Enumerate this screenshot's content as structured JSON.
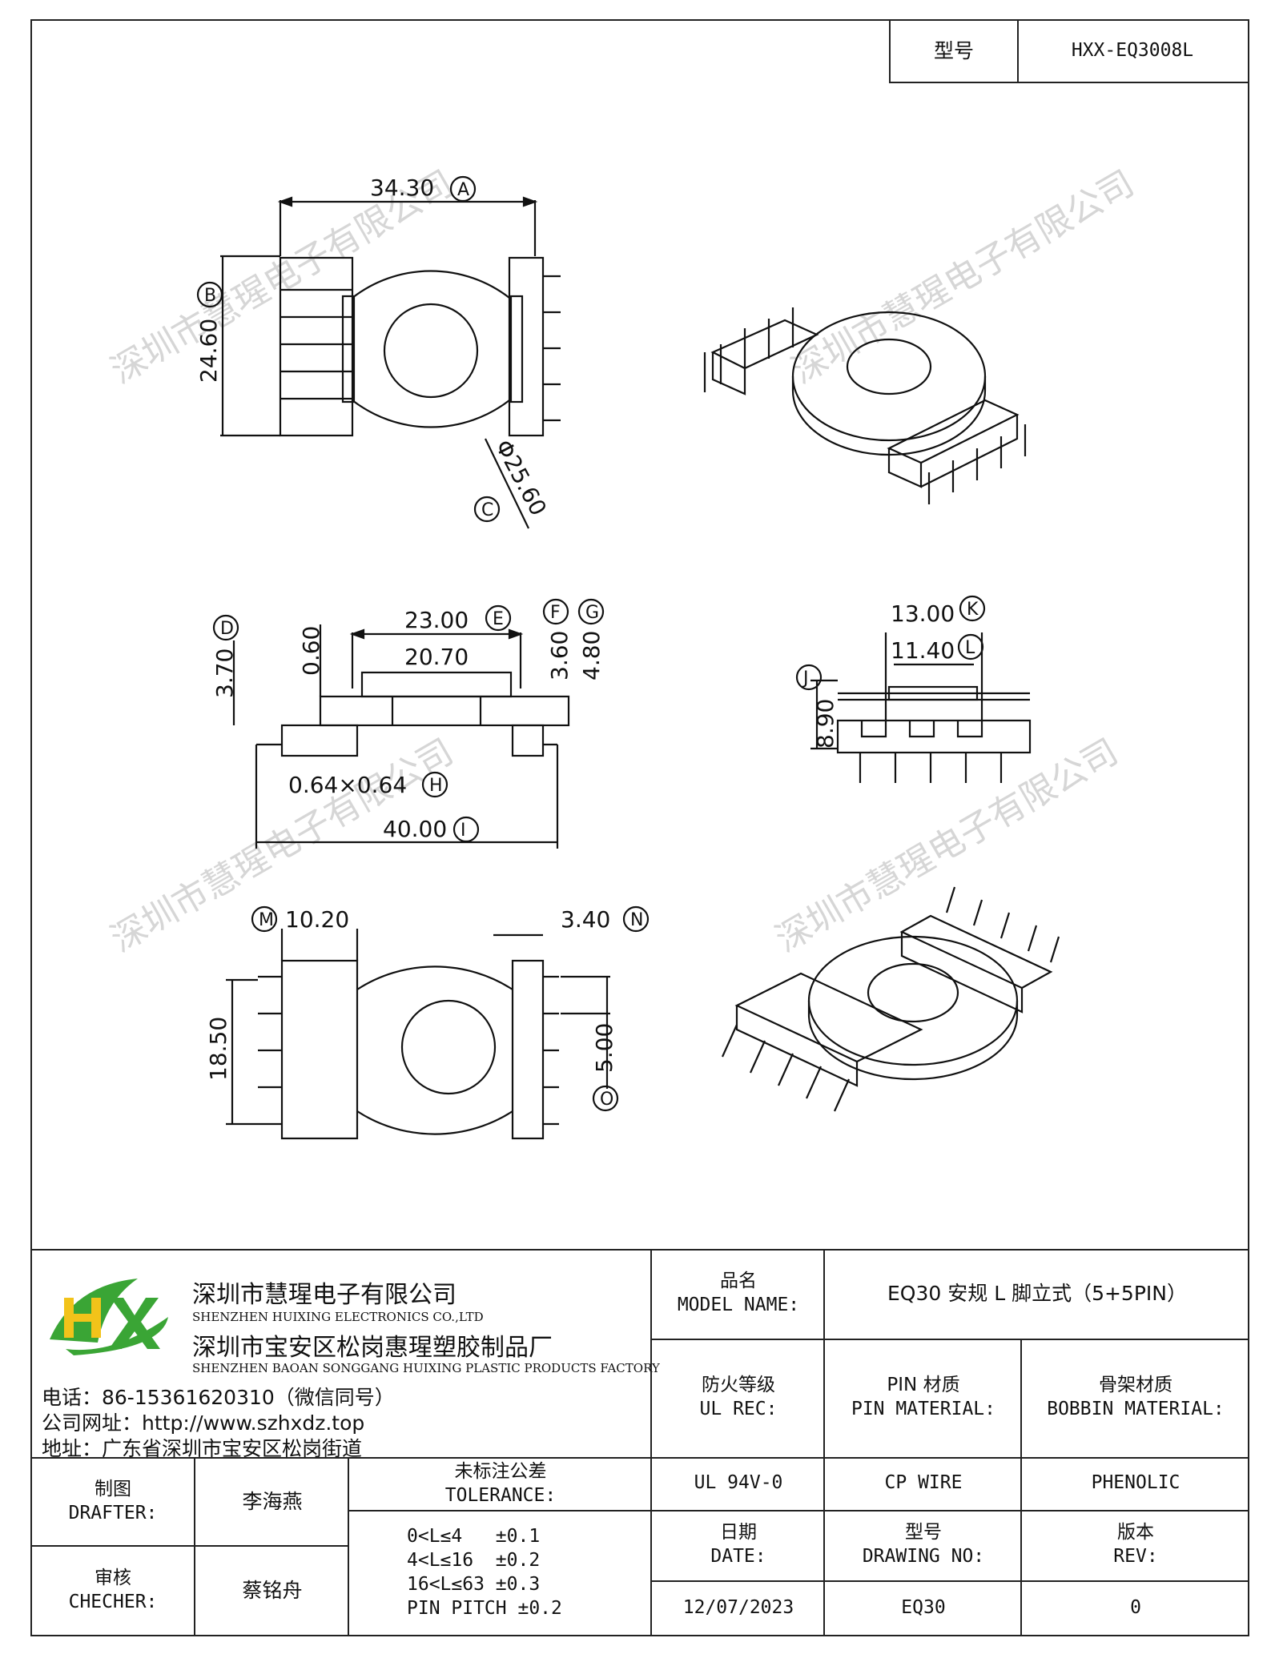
{
  "model_box": {
    "label": "型号",
    "value": "HXX-EQ3008L"
  },
  "watermark": "深圳市慧瑆电子有限公司",
  "dims": {
    "A": "34.30",
    "B": "24.60",
    "C": "Φ25.60",
    "D": "3.70",
    "E": "23.00",
    "F": "3.60",
    "G": "4.80",
    "top_gap": "0.60",
    "inner_width": "20.70",
    "H": "0.64×0.64",
    "I": "40.00",
    "K": "13.00",
    "L": "11.40",
    "J": "8.90",
    "M": "10.20",
    "N": "3.40",
    "height_side": "18.50",
    "O": "5.00"
  },
  "markers": {
    "A": "A",
    "B": "B",
    "C": "C",
    "D": "D",
    "E": "E",
    "F": "F",
    "G": "G",
    "H": "H",
    "I": "I",
    "J": "J",
    "K": "K",
    "L": "L",
    "M": "M",
    "N": "N",
    "O": "O"
  },
  "company": {
    "logo_text": "HX",
    "name_cn": "深圳市慧瑆电子有限公司",
    "name_en": "SHENZHEN HUIXING ELECTRONICS CO.,LTD",
    "factory_cn": "深圳市宝安区松岗惠瑆塑胶制品厂",
    "factory_en": "SHENZHEN BAOAN SONGGANG HUIXING PLASTIC PRODUCTS FACTORY",
    "phone": "电话：86-15361620310（微信同号）",
    "website": "公司网址：http://www.szhxdz.top",
    "address": "地址：广东省深圳市宝安区松岗街道"
  },
  "title_block": {
    "model_name_label_cn": "品名",
    "model_name_label_en": "MODEL NAME:",
    "model_name_value": "EQ30 安规 L 脚立式（5+5PIN）",
    "ul_label_cn": "防火等级",
    "ul_label_en": "UL REC:",
    "pin_label_cn": "PIN 材质",
    "pin_label_en": "PIN MATERIAL:",
    "bobbin_label_cn": "骨架材质",
    "bobbin_label_en": "BOBBIN MATERIAL:",
    "ul_value": "UL 94V-0",
    "pin_value": "CP WIRE",
    "bobbin_value": "PHENOLIC",
    "drafter_cn": "制图",
    "drafter_en": "DRAFTER:",
    "drafter_name": "李海燕",
    "checker_cn": "审核",
    "checker_en": "CHECHER:",
    "checker_name": "蔡铭舟",
    "tolerance_cn": "未标注公差",
    "tolerance_en": "TOLERANCE:",
    "tolerances": [
      "0<L≤4   ±0.1",
      "4<L≤16  ±0.2",
      "16<L≤63 ±0.3",
      "PIN PITCH ±0.2"
    ],
    "date_cn": "日期",
    "date_en": "DATE:",
    "drawing_cn": "型号",
    "drawing_en": "DRAWING NO:",
    "rev_cn": "版本",
    "rev_en": "REV:",
    "date_value": "12/07/2023",
    "drawing_value": "EQ30",
    "rev_value": "0"
  },
  "colors": {
    "logo_green": "#3aa535",
    "logo_yellow": "#f2c31a",
    "line": "#111111",
    "watermark": "#d6d6d6"
  }
}
